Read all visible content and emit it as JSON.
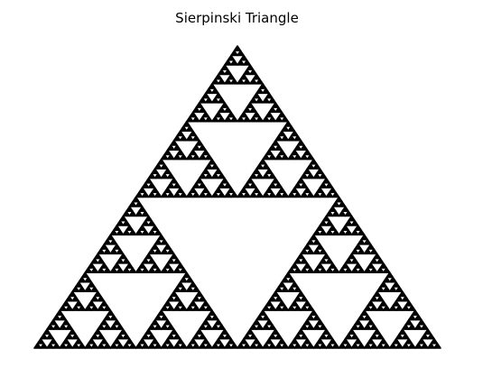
{
  "figure": {
    "title": "Sierpinski Triangle"
  },
  "chart_data": {
    "type": "diagram",
    "title": "Sierpinski Triangle",
    "fractal": "sierpinski-triangle",
    "recursion_depth": 6,
    "fill_color": "#000000",
    "background_color": "#ffffff",
    "axes_visible": false
  }
}
